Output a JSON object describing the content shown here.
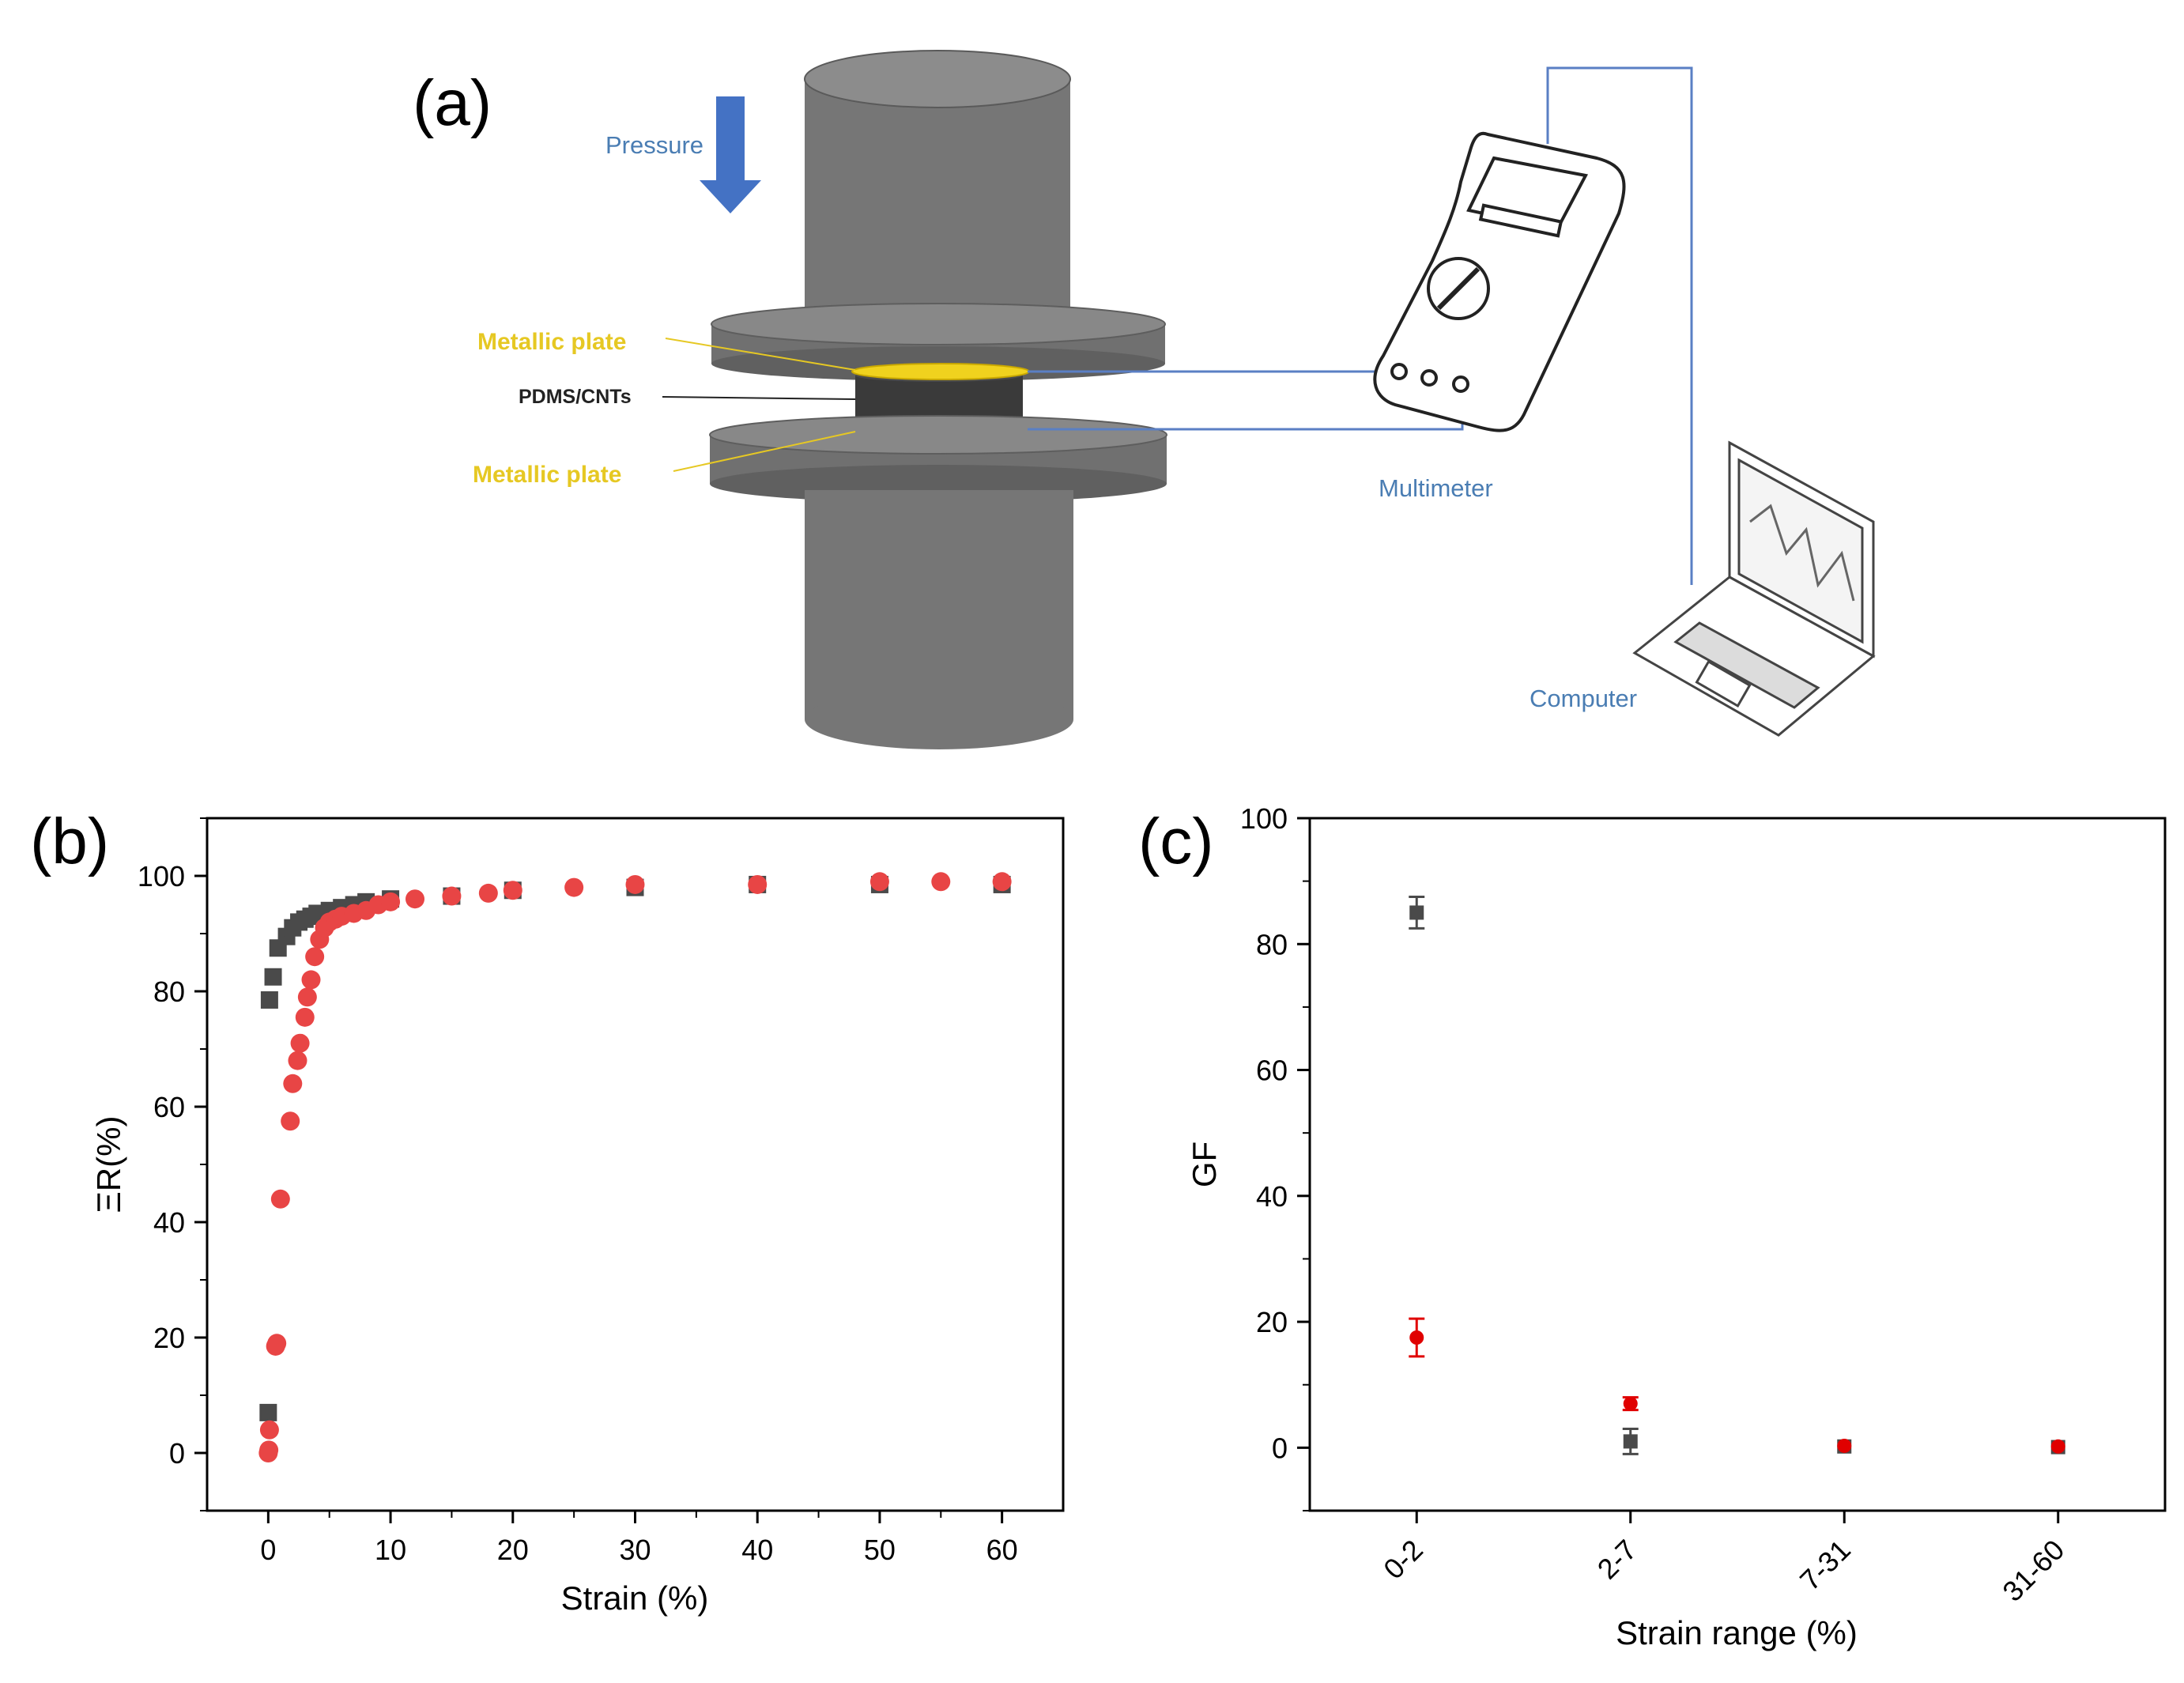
{
  "panels": {
    "a": "(a)",
    "b": "(b)",
    "c": "(c)"
  },
  "diagram": {
    "pressure": "Pressure",
    "plate_top": "Metallic plate",
    "sample": "PDMS/CNTs",
    "plate_bottom": "Metallic plate",
    "multimeter": "Multimeter",
    "computer": "Computer"
  },
  "colors": {
    "gray_series": "#4a4a4a",
    "red_series": "#e84545",
    "cylinder": "#767676",
    "plate": "#f0d21e",
    "label_blue": "#4a7db3",
    "wire": "#5a7fc4"
  },
  "chart_data": [
    {
      "type": "scatter",
      "xlabel": "Strain (%)",
      "ylabel": "ΞR(%)",
      "xlim": [
        -5,
        65
      ],
      "ylim": [
        -10,
        110
      ],
      "xticks": [
        "0",
        "10",
        "20",
        "30",
        "40",
        "50",
        "60"
      ],
      "yticks": [
        "0",
        "20",
        "40",
        "60",
        "80",
        "100"
      ],
      "series": [
        {
          "marker": "square",
          "color": "#4a4a4a",
          "x": [
            0,
            0.1,
            0.4,
            0.8,
            1.5,
            2,
            2.5,
            3,
            3.5,
            4,
            5,
            6,
            7,
            8,
            10,
            15,
            20,
            30,
            40,
            50,
            60
          ],
          "y": [
            7,
            78.5,
            82.5,
            87.5,
            89.5,
            91,
            92,
            92.5,
            93,
            93.5,
            94,
            94.5,
            95,
            95.5,
            96,
            96.5,
            97.5,
            98,
            98.5,
            98.5,
            98.5
          ]
        },
        {
          "marker": "circle",
          "color": "#e84545",
          "x": [
            0,
            0.05,
            0.1,
            0.6,
            0.7,
            1,
            1.8,
            2,
            2.4,
            2.6,
            3,
            3.2,
            3.5,
            3.8,
            4.2,
            4.6,
            5,
            5.5,
            6,
            7,
            8,
            9,
            10,
            12,
            15,
            18,
            20,
            25,
            30,
            40,
            50,
            55,
            60
          ],
          "y": [
            0,
            0.5,
            4,
            18.5,
            19,
            44,
            57.5,
            64,
            68,
            71,
            75.5,
            79,
            82,
            86,
            89,
            91,
            92,
            92.5,
            93,
            93.5,
            94,
            95,
            95.5,
            96,
            96.5,
            97,
            97.5,
            98,
            98.5,
            98.5,
            99,
            99,
            99
          ]
        }
      ]
    },
    {
      "type": "scatter",
      "xlabel": "Strain range (%)",
      "ylabel": "GF",
      "categories": [
        "0-2",
        "2-7",
        "7-31",
        "31-60"
      ],
      "ylim": [
        -10,
        100
      ],
      "yticks": [
        "0",
        "20",
        "40",
        "60",
        "80",
        "100"
      ],
      "series": [
        {
          "marker": "square",
          "color": "#4a4a4a",
          "values": [
            85,
            1,
            0.2,
            0.1
          ],
          "errors": [
            2.5,
            2,
            0.5,
            0.3
          ]
        },
        {
          "marker": "circle",
          "color": "#e00000",
          "values": [
            17.5,
            7,
            0.3,
            0.2
          ],
          "errors": [
            3,
            1,
            0.5,
            0.3
          ]
        }
      ]
    }
  ]
}
